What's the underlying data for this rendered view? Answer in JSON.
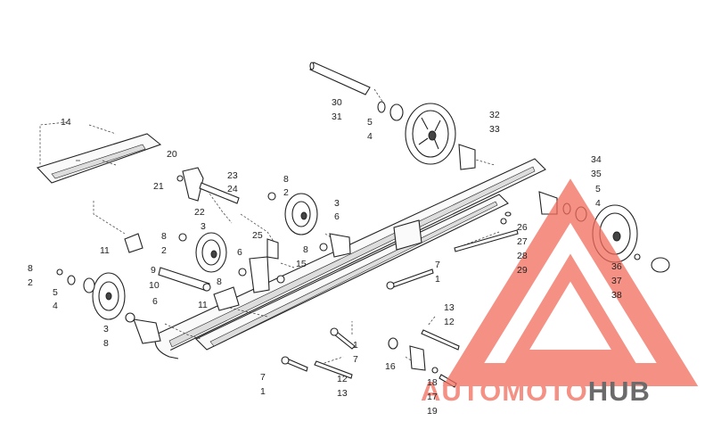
{
  "watermark": {
    "brand_left": "AUTOMOTO",
    "brand_right": "HUB",
    "colors": {
      "accent": "#f26b5b",
      "dark": "#3a3a3a"
    }
  },
  "callouts": [
    {
      "id": "c14",
      "text": "14"
    },
    {
      "id": "c20",
      "text": "20"
    },
    {
      "id": "c21",
      "text": "21"
    },
    {
      "id": "c22",
      "text": "22"
    },
    {
      "id": "c23",
      "text": "23"
    },
    {
      "id": "c24",
      "text": "24"
    },
    {
      "id": "c8a",
      "text": "8"
    },
    {
      "id": "c2a",
      "text": "2"
    },
    {
      "id": "c3a",
      "text": "3"
    },
    {
      "id": "c6a",
      "text": "6"
    },
    {
      "id": "c25",
      "text": "25"
    },
    {
      "id": "c8b",
      "text": "8"
    },
    {
      "id": "c15",
      "text": "15"
    },
    {
      "id": "c30",
      "text": "30"
    },
    {
      "id": "c31",
      "text": "31"
    },
    {
      "id": "c5a",
      "text": "5"
    },
    {
      "id": "c4a",
      "text": "4"
    },
    {
      "id": "c32",
      "text": "32"
    },
    {
      "id": "c33",
      "text": "33"
    },
    {
      "id": "c34",
      "text": "34"
    },
    {
      "id": "c35",
      "text": "35"
    },
    {
      "id": "c5b",
      "text": "5"
    },
    {
      "id": "c4b",
      "text": "4"
    },
    {
      "id": "c26",
      "text": "26"
    },
    {
      "id": "c27",
      "text": "27"
    },
    {
      "id": "c28",
      "text": "28"
    },
    {
      "id": "c29",
      "text": "29"
    },
    {
      "id": "c36",
      "text": "36"
    },
    {
      "id": "c37",
      "text": "37"
    },
    {
      "id": "c38",
      "text": "38"
    },
    {
      "id": "c11a",
      "text": "11"
    },
    {
      "id": "c8c",
      "text": "8"
    },
    {
      "id": "c2c",
      "text": "2"
    },
    {
      "id": "c3c",
      "text": "3"
    },
    {
      "id": "c9",
      "text": "9"
    },
    {
      "id": "c10",
      "text": "10"
    },
    {
      "id": "c6c",
      "text": "6"
    },
    {
      "id": "c8d",
      "text": "8"
    },
    {
      "id": "c11b",
      "text": "11"
    },
    {
      "id": "c8e",
      "text": "8"
    },
    {
      "id": "c2e",
      "text": "2"
    },
    {
      "id": "c5e",
      "text": "5"
    },
    {
      "id": "c4e",
      "text": "4"
    },
    {
      "id": "c6e",
      "text": "6"
    },
    {
      "id": "c3e",
      "text": "3"
    },
    {
      "id": "c8f",
      "text": "8"
    },
    {
      "id": "c7a",
      "text": "7"
    },
    {
      "id": "c1a",
      "text": "1"
    },
    {
      "id": "c13a",
      "text": "13"
    },
    {
      "id": "c12a",
      "text": "12"
    },
    {
      "id": "c1b",
      "text": "1"
    },
    {
      "id": "c7b",
      "text": "7"
    },
    {
      "id": "c7c",
      "text": "7"
    },
    {
      "id": "c1c",
      "text": "1"
    },
    {
      "id": "c12b",
      "text": "12"
    },
    {
      "id": "c13b",
      "text": "13"
    },
    {
      "id": "c16",
      "text": "16"
    },
    {
      "id": "c18",
      "text": "18"
    },
    {
      "id": "c17",
      "text": "17"
    },
    {
      "id": "c19",
      "text": "19"
    }
  ]
}
